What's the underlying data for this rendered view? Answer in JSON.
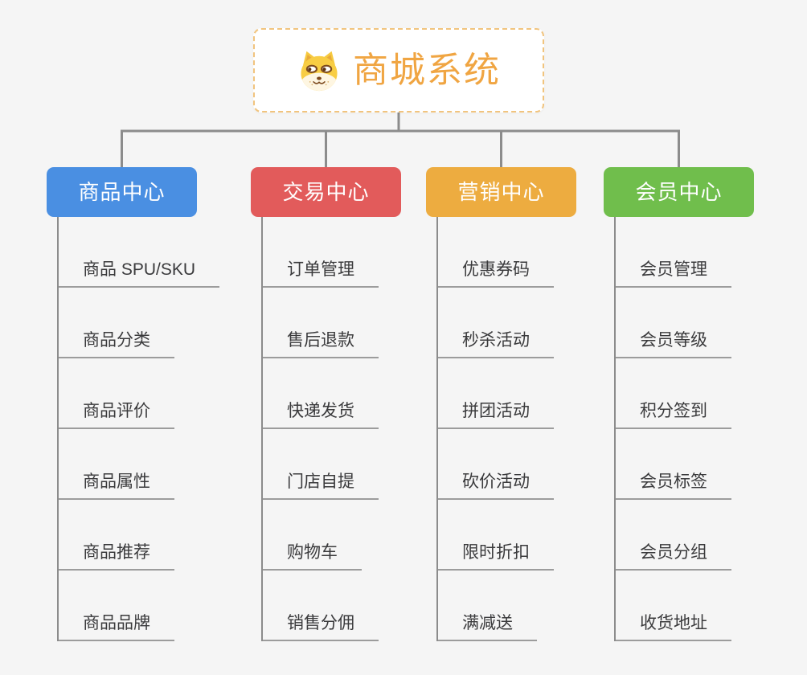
{
  "root": {
    "title": "商城系统",
    "icon": "dog-face-icon",
    "title_color": "#F0A542",
    "border_color": "#F1C47E"
  },
  "colors": {
    "background": "#F5F5F5",
    "connector": "#8C8C8C",
    "underline": "#9C9C9C",
    "leaf_text": "#3A3A3C"
  },
  "branches": [
    {
      "label": "商品中心",
      "color": "#4A8FE2",
      "children": [
        "商品 SPU/SKU",
        "商品分类",
        "商品评价",
        "商品属性",
        "商品推荐",
        "商品品牌"
      ]
    },
    {
      "label": "交易中心",
      "color": "#E25B5B",
      "children": [
        "订单管理",
        "售后退款",
        "快递发货",
        "门店自提",
        "购物车",
        "销售分佣"
      ]
    },
    {
      "label": "营销中心",
      "color": "#EDAC40",
      "children": [
        "优惠券码",
        "秒杀活动",
        "拼团活动",
        "砍价活动",
        "限时折扣",
        "满减送"
      ]
    },
    {
      "label": "会员中心",
      "color": "#70BE4C",
      "children": [
        "会员管理",
        "会员等级",
        "积分签到",
        "会员标签",
        "会员分组",
        "收货地址"
      ]
    }
  ]
}
